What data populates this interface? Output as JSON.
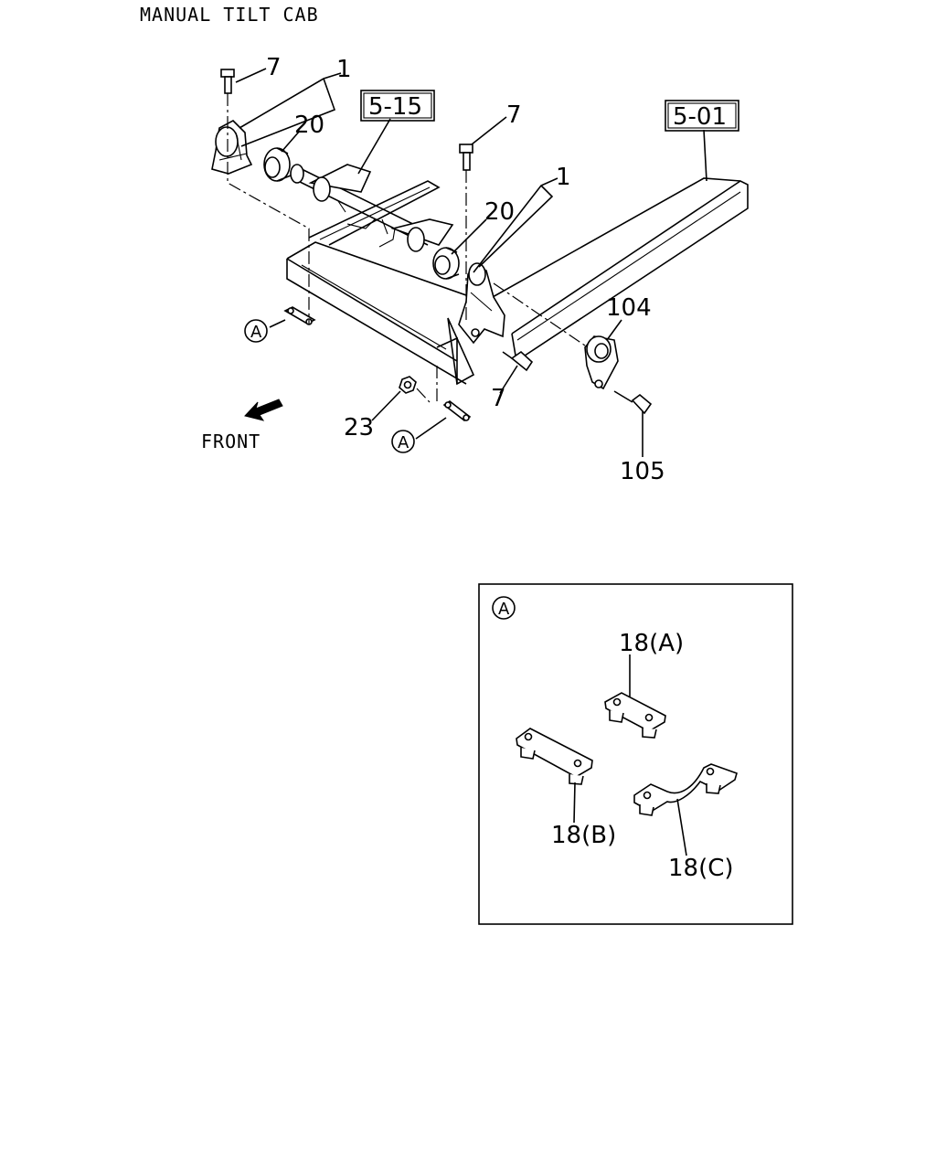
{
  "title": "MANUAL TILT CAB",
  "direction_label": "FRONT",
  "callouts": {
    "c7_top_left": "7",
    "c1_left": "1",
    "c20_left": "20",
    "ref_5_15": "5-15",
    "c7_mid": "7",
    "ref_5_01": "5-01",
    "c1_right": "1",
    "c20_right": "20",
    "c104": "104",
    "c7_bottom": "7",
    "c23": "23",
    "c105": "105"
  },
  "markers": {
    "a_left": "A",
    "a_bottom": "A"
  },
  "detail": {
    "marker": "A",
    "label_a": "18(A)",
    "label_b": "18(B)",
    "label_c": "18(C)"
  },
  "colors": {
    "ink": "#000000",
    "paper": "#ffffff"
  }
}
